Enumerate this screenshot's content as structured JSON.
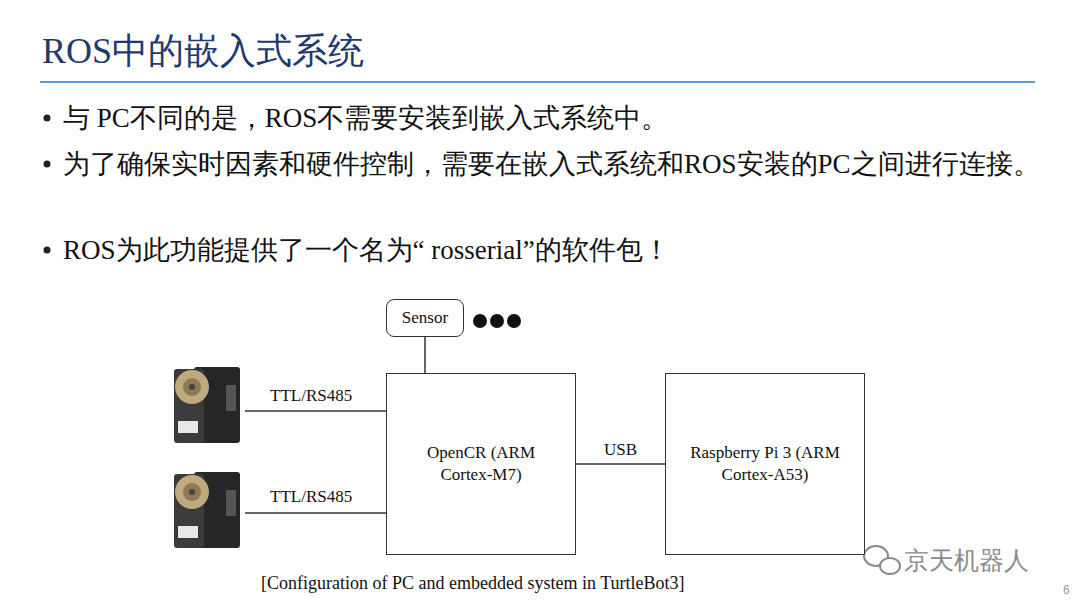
{
  "diagram": {
    "title": "ROS中的嵌入式系统",
    "caption": "[Configuration of PC and embedded system in TurtleBot3]",
    "nodes": [
      {
        "text": [
          "Sensor"
        ]
      },
      {
        "text": [
          "OpenCR (ARM Cortex-M7)"
        ]
      },
      {
        "text": [
          "Raspberry Pi 3 (ARM Cortex-A53)"
        ]
      }
    ],
    "edges": [
      {
        "from": 0,
        "to": 1,
        "arrow": "none"
      },
      {
        "from": 1,
        "to": 2,
        "label": "USB",
        "arrow": "none"
      }
    ],
    "labels": [
      "与 PC不同的是，ROS不需要安装到嵌入式系统中。",
      "为了确保实时因素和硬件控制，需要在嵌入式系统和ROS安装的PC之间进行连接。",
      "ROS为此功能提供了一个名为“ rosserial”的软件包！",
      "TTL/RS485",
      "TTL/RS485",
      "京天机器人",
      "6"
    ]
  }
}
